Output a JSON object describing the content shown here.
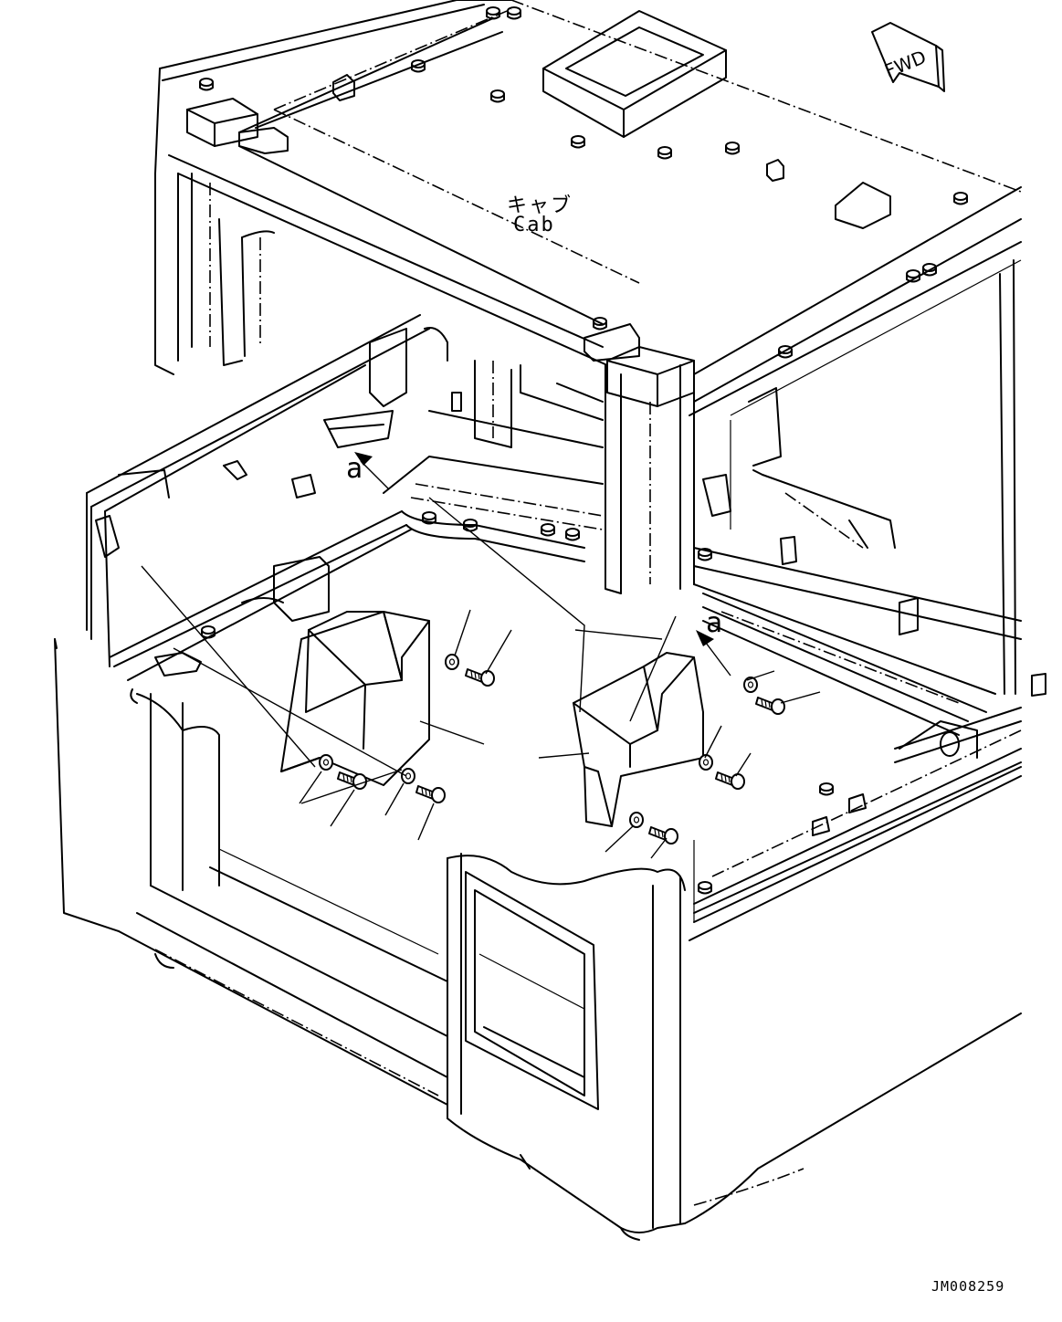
{
  "labels": {
    "cab_jp": "キャブ",
    "cab_en": "Cab",
    "view_a_1": "a",
    "view_a_2": "a",
    "fwd": "FWD",
    "figure_number": "JM008259"
  }
}
